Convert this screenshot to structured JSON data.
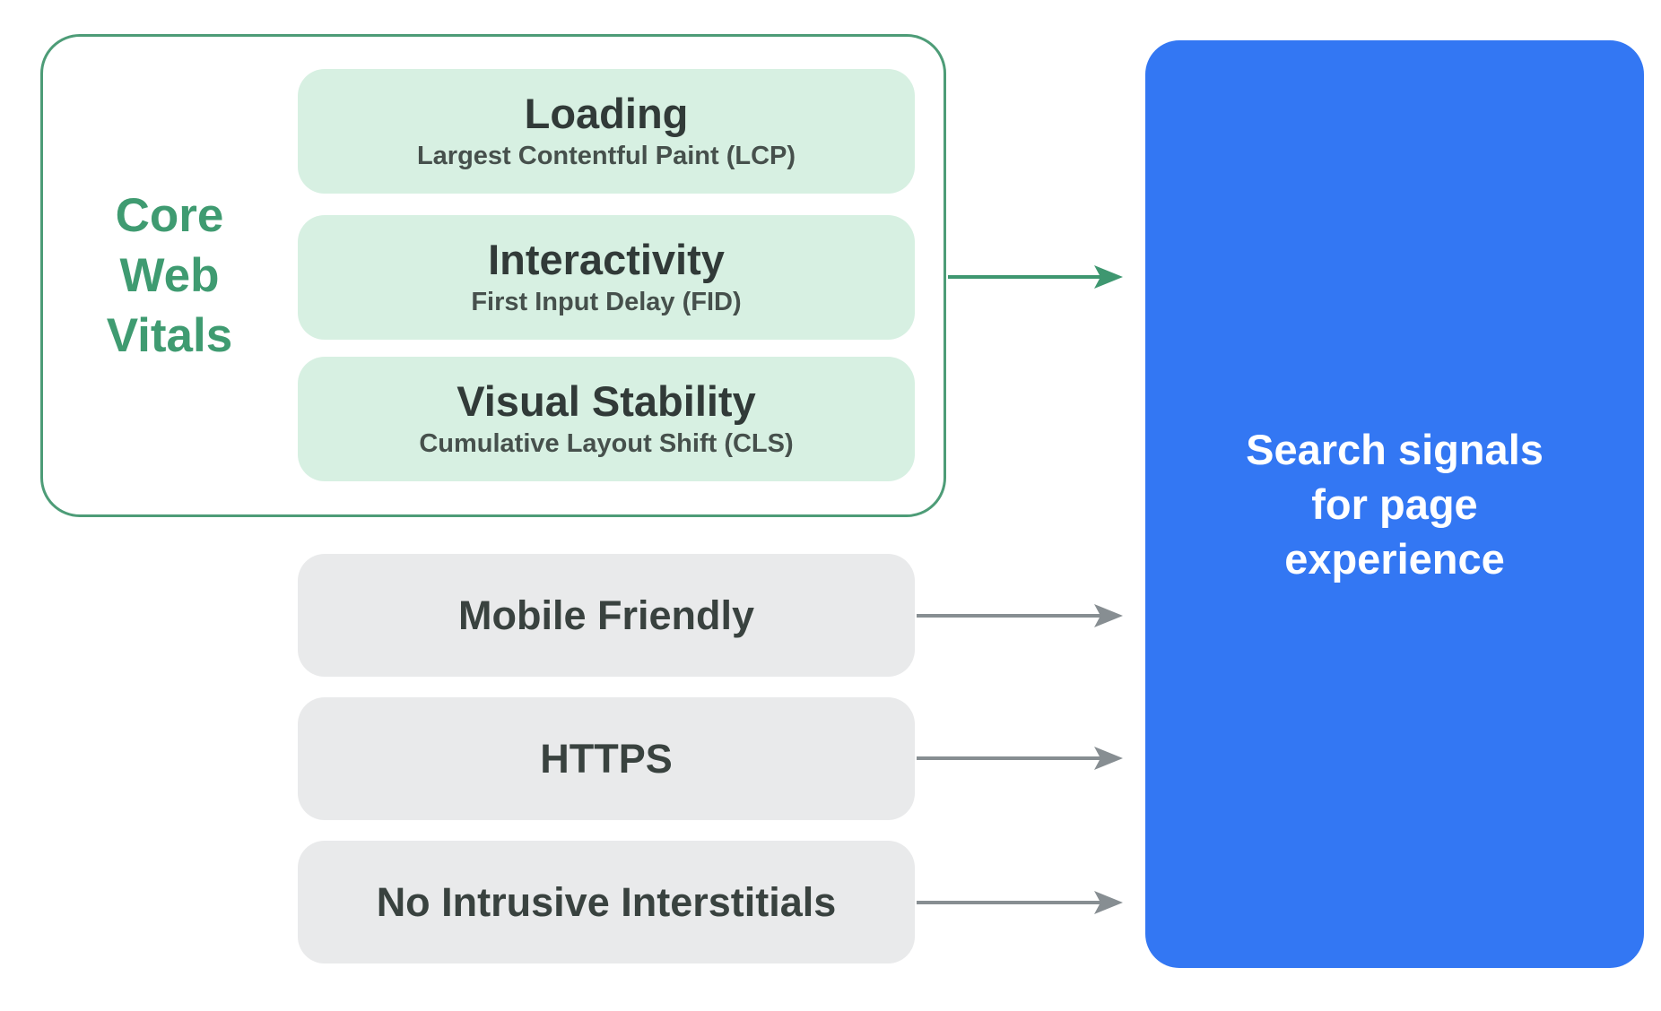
{
  "colors": {
    "bg": "#ffffff",
    "green_border": "#4d9c77",
    "green_text": "#3f9b71",
    "green_fill": "#d7f0e2",
    "box_title": "#313a38",
    "box_sub": "#46504c",
    "gray_fill": "#e9eaeb",
    "gray_text": "#39423f",
    "blue_fill": "#3377f3",
    "blue_text": "#ffffff",
    "arrow_green": "#3e9770",
    "arrow_gray": "#878e92"
  },
  "core_web_vitals": {
    "label": "Core\nWeb\nVitals",
    "items": [
      {
        "title": "Loading",
        "subtitle": "Largest Contentful Paint (LCP)"
      },
      {
        "title": "Interactivity",
        "subtitle": "First Input Delay (FID)"
      },
      {
        "title": "Visual Stability",
        "subtitle": "Cumulative Layout Shift (CLS)"
      }
    ]
  },
  "other_signals": [
    {
      "label": "Mobile Friendly"
    },
    {
      "label": "HTTPS"
    },
    {
      "label": "No Intrusive Interstitials"
    }
  ],
  "result": {
    "label": "Search signals\nfor page\nexperience"
  }
}
